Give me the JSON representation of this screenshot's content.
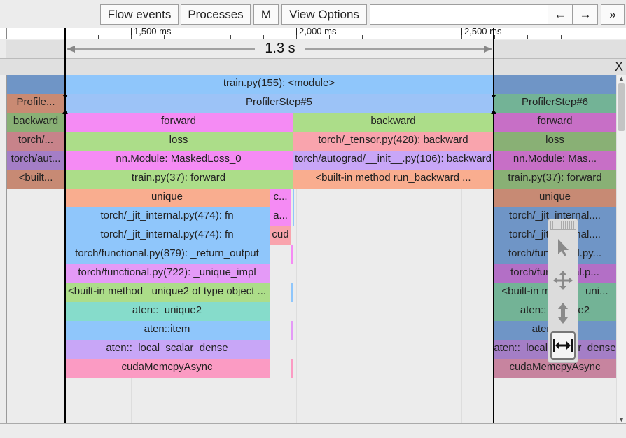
{
  "toolbar": {
    "flow_events": "Flow events",
    "processes": "Processes",
    "m": "M",
    "view_options": "View Options",
    "search_value": "",
    "prev": "←",
    "next": "→",
    "more": "»"
  },
  "ruler": {
    "ticks": [
      {
        "label": "1,500 ms",
        "ms": 1500
      },
      {
        "label": "2,000 ms",
        "ms": 2000
      },
      {
        "label": "2,500 ms",
        "ms": 2500
      }
    ]
  },
  "range": {
    "label": "1.3 s"
  },
  "track": {
    "close_label": "X"
  },
  "slices": [
    {
      "text": "train.py(155): <module>",
      "row": 0,
      "start": 92,
      "end": 705,
      "color": "#8fc6fb"
    },
    {
      "text": "",
      "row": 0,
      "start": 10,
      "end": 92,
      "color": "#6f95c6"
    },
    {
      "text": "",
      "row": 0,
      "start": 705,
      "end": 880,
      "color": "#6f95c6"
    },
    {
      "text": "Profile...",
      "row": 1,
      "start": 10,
      "end": 92,
      "color": "#c98a73"
    },
    {
      "text": "ProfilerStep#5",
      "row": 1,
      "start": 92,
      "end": 705,
      "color": "#9cc3f7"
    },
    {
      "text": "ProfilerStep#6",
      "row": 1,
      "start": 705,
      "end": 880,
      "color": "#73b396"
    },
    {
      "text": "backward",
      "row": 2,
      "start": 10,
      "end": 92,
      "color": "#89b075"
    },
    {
      "text": "forward",
      "row": 2,
      "start": 92,
      "end": 418,
      "color": "#f58bf4"
    },
    {
      "text": "backward",
      "row": 2,
      "start": 418,
      "end": 705,
      "color": "#acdd89"
    },
    {
      "text": "forward",
      "row": 2,
      "start": 705,
      "end": 880,
      "color": "#c76fc6"
    },
    {
      "text": "torch/...",
      "row": 3,
      "start": 10,
      "end": 92,
      "color": "#c7838a"
    },
    {
      "text": "loss",
      "row": 3,
      "start": 92,
      "end": 418,
      "color": "#acdd89"
    },
    {
      "text": "torch/_tensor.py(428): backward",
      "row": 3,
      "start": 418,
      "end": 705,
      "color": "#f9a4ad"
    },
    {
      "text": "loss",
      "row": 3,
      "start": 705,
      "end": 880,
      "color": "#89b075"
    },
    {
      "text": "torch/aut...",
      "row": 4,
      "start": 10,
      "end": 92,
      "color": "#a47ec6"
    },
    {
      "text": "nn.Module: MaskedLoss_0",
      "row": 4,
      "start": 92,
      "end": 418,
      "color": "#f58bf4"
    },
    {
      "text": "torch/autograd/__init__.py(106): backward",
      "row": 4,
      "start": 418,
      "end": 705,
      "color": "#c8a6f7"
    },
    {
      "text": "nn.Module: Mas...",
      "row": 4,
      "start": 705,
      "end": 880,
      "color": "#c76fc6"
    },
    {
      "text": "<built...",
      "row": 5,
      "start": 10,
      "end": 92,
      "color": "#c78a74"
    },
    {
      "text": "train.py(37): forward",
      "row": 5,
      "start": 92,
      "end": 418,
      "color": "#acdd89"
    },
    {
      "text": "<built-in method run_backward ...",
      "row": 5,
      "start": 418,
      "end": 705,
      "color": "#f9ad8f"
    },
    {
      "text": "train.py(37): forward",
      "row": 5,
      "start": 705,
      "end": 880,
      "color": "#89b075"
    },
    {
      "text": "unique",
      "row": 6,
      "start": 92,
      "end": 385,
      "color": "#f9ad8f"
    },
    {
      "text": "c...",
      "row": 6,
      "start": 385,
      "end": 416,
      "color": "#f58bf4"
    },
    {
      "text": "",
      "row": 6,
      "start": 418,
      "end": 420,
      "color": "#8fc6fb"
    },
    {
      "text": "unique",
      "row": 6,
      "start": 705,
      "end": 880,
      "color": "#c78a74"
    },
    {
      "text": "torch/_jit_internal.py(474): fn",
      "row": 7,
      "start": 92,
      "end": 385,
      "color": "#8fc6fb"
    },
    {
      "text": "a...",
      "row": 7,
      "start": 385,
      "end": 416,
      "color": "#f58bf4"
    },
    {
      "text": "",
      "row": 7,
      "start": 418,
      "end": 420,
      "color": "#8fc6fb"
    },
    {
      "text": "torch/_jit_internal....",
      "row": 7,
      "start": 705,
      "end": 880,
      "color": "#6f95c6"
    },
    {
      "text": "torch/_jit_internal.py(474): fn",
      "row": 8,
      "start": 92,
      "end": 385,
      "color": "#8fc6fb"
    },
    {
      "text": "cud",
      "row": 8,
      "start": 385,
      "end": 416,
      "color": "#f9a4ad"
    },
    {
      "text": "torch/_jit_internal....",
      "row": 8,
      "start": 705,
      "end": 880,
      "color": "#6f95c6"
    },
    {
      "text": "torch/functional.py(879): _return_output",
      "row": 9,
      "start": 92,
      "end": 385,
      "color": "#8fc6fb"
    },
    {
      "text": "",
      "row": 9,
      "start": 416,
      "end": 418,
      "color": "#f58bf4"
    },
    {
      "text": "torch/functional.py...",
      "row": 9,
      "start": 705,
      "end": 880,
      "color": "#6f95c6"
    },
    {
      "text": "torch/functional.py(722): _unique_impl",
      "row": 10,
      "start": 92,
      "end": 385,
      "color": "#e49af7"
    },
    {
      "text": "torch/functional.p...",
      "row": 10,
      "start": 705,
      "end": 880,
      "color": "#b36fc6"
    },
    {
      "text": "<built-in method _unique2 of type object ...",
      "row": 11,
      "start": 92,
      "end": 385,
      "color": "#acdd89"
    },
    {
      "text": "",
      "row": 11,
      "start": 416,
      "end": 418,
      "color": "#8fc6fb"
    },
    {
      "text": "<built-in method _uni...",
      "row": 11,
      "start": 705,
      "end": 880,
      "color": "#73b396"
    },
    {
      "text": "aten::_unique2",
      "row": 12,
      "start": 92,
      "end": 385,
      "color": "#86dccb"
    },
    {
      "text": "aten::_unique2",
      "row": 12,
      "start": 705,
      "end": 880,
      "color": "#73b396"
    },
    {
      "text": "aten::item",
      "row": 13,
      "start": 92,
      "end": 385,
      "color": "#8fc6fb"
    },
    {
      "text": "",
      "row": 13,
      "start": 416,
      "end": 418,
      "color": "#e49af7"
    },
    {
      "text": "aten::item",
      "row": 13,
      "start": 705,
      "end": 880,
      "color": "#6f95c6"
    },
    {
      "text": "aten::_local_scalar_dense",
      "row": 14,
      "start": 92,
      "end": 385,
      "color": "#c8a6f7"
    },
    {
      "text": "aten::_local_scalar_dense",
      "row": 14,
      "start": 705,
      "end": 880,
      "color": "#a47ec6"
    },
    {
      "text": "cudaMemcpyAsync",
      "row": 15,
      "start": 92,
      "end": 385,
      "color": "#fb9bc3"
    },
    {
      "text": "",
      "row": 15,
      "start": 416,
      "end": 418,
      "color": "#fb9bc3"
    },
    {
      "text": "cudaMemcpyAsync",
      "row": 15,
      "start": 705,
      "end": 880,
      "color": "#c7849f"
    }
  ],
  "mode_selector": {
    "items": [
      "select-icon",
      "pan-icon",
      "zoom-icon",
      "timing-icon"
    ],
    "active": "timing-icon"
  }
}
